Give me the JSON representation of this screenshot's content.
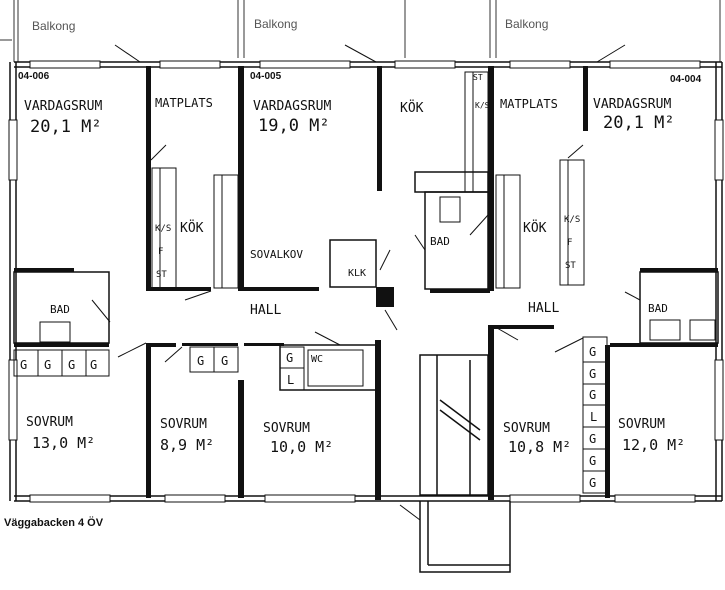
{
  "balconies": [
    "Balkong",
    "Balkong",
    "Balkong"
  ],
  "units": [
    "04-006",
    "04-005",
    "04-004"
  ],
  "rooms": {
    "vardagsrum_a": "VARDAGSRUM",
    "vardagsrum_a_area": "20,1 M²",
    "matplats_a": "MATPLATS",
    "vardagsrum_b": "VARDAGSRUM",
    "vardagsrum_b_area": "19,0 M²",
    "kok_b": "KÖK",
    "matplats_c": "MATPLATS",
    "vardagsrum_c": "VARDAGSRUM",
    "vardagsrum_c_area": "20,1 M²",
    "kok_a": "KÖK",
    "kok_c": "KÖK",
    "sovalkov": "SOVALKOV",
    "klk": "KLK",
    "bad_b": "BAD",
    "bad_a": "BAD",
    "bad_c": "BAD",
    "hall_a": "HALL",
    "hall_c": "HALL",
    "wc": "WC",
    "sovrum_1": "SOVRUM",
    "sovrum_1_area": "13,0 M²",
    "sovrum_2": "SOVRUM",
    "sovrum_2_area": "8,9 M²",
    "sovrum_3": "SOVRUM",
    "sovrum_3_area": "10,0 M²",
    "sovrum_4": "SOVRUM",
    "sovrum_4_area": "10,8 M²",
    "sovrum_5": "SOVRUM",
    "sovrum_5_area": "12,0 M²"
  },
  "fixtures": {
    "ks": "K/S",
    "f": "F",
    "st": "ST",
    "g": "G",
    "l": "L"
  },
  "address": "Väggabacken 4 ÖV"
}
